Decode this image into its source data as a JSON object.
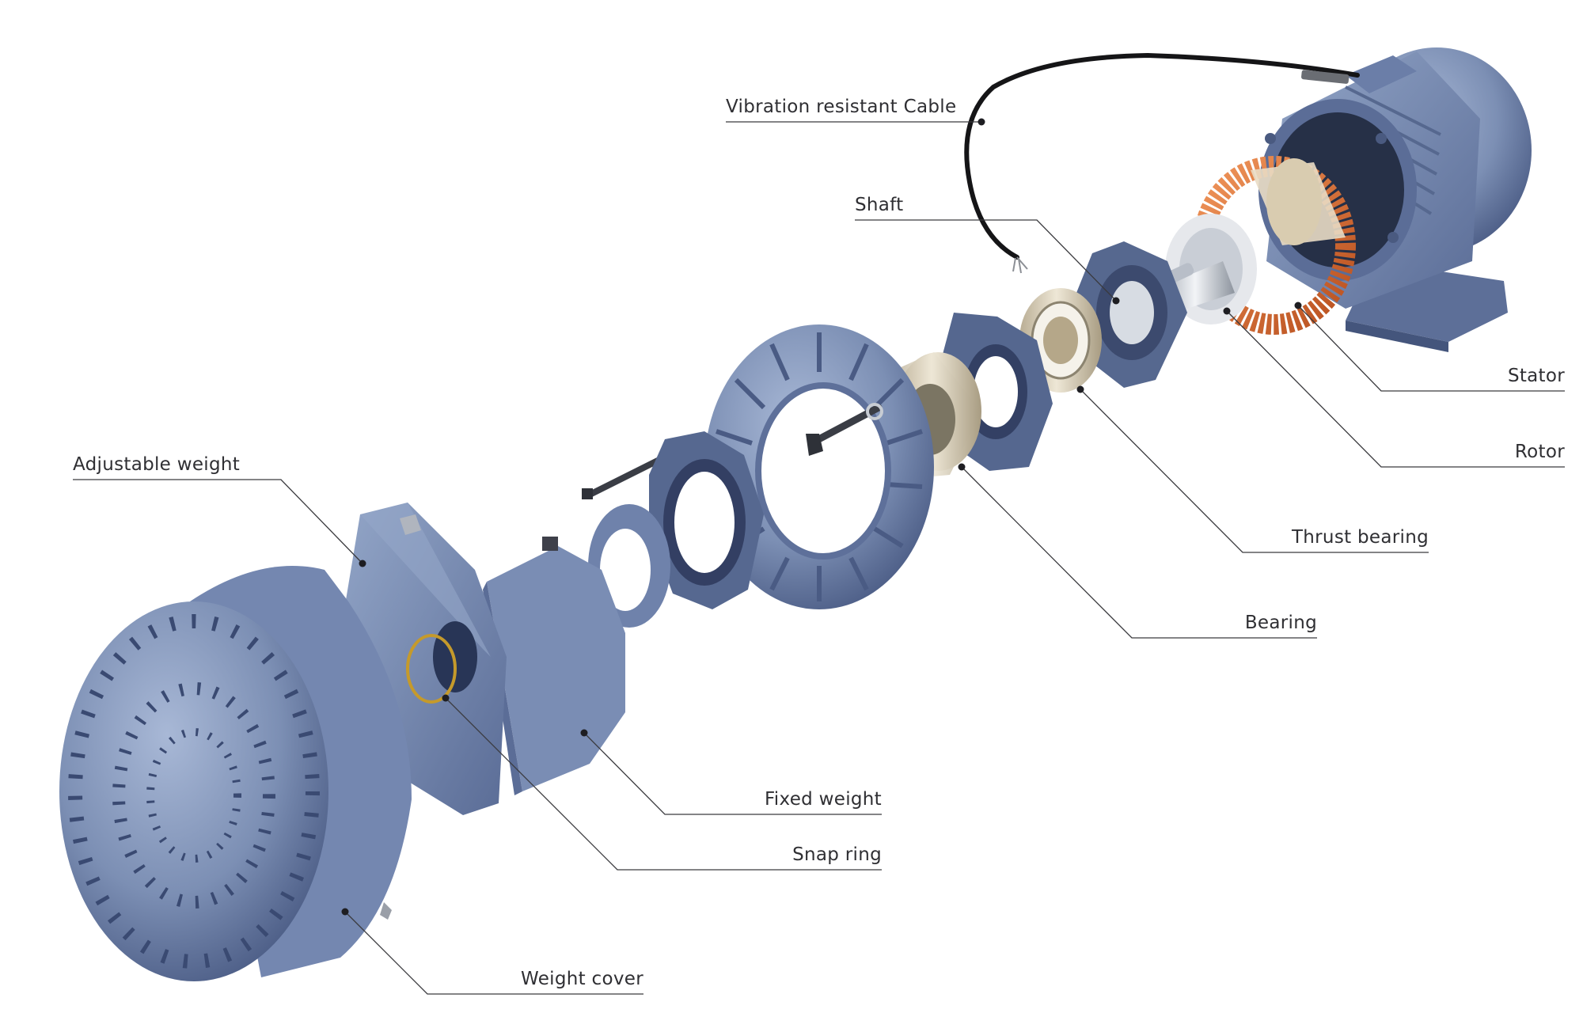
{
  "colors": {
    "housing": "#7c8fb4",
    "housing_dark": "#4c5d86",
    "housing_light": "#a4b4d2",
    "copper": "#d9703a",
    "bearing_metal": "#cfc6b0",
    "steel": "#d7dce3",
    "cable": "#151517",
    "text": "#2f2f33",
    "leader": "#3a3a3e"
  },
  "labels": {
    "cable": "Vibration resistant Cable",
    "shaft": "Shaft",
    "stator": "Stator",
    "rotor": "Rotor",
    "thrust_bearing": "Thrust bearing",
    "bearing": "Bearing",
    "adjustable_weight": "Adjustable weight",
    "fixed_weight": "Fixed weight",
    "snap_ring": "Snap ring",
    "weight_cover": "Weight cover"
  }
}
